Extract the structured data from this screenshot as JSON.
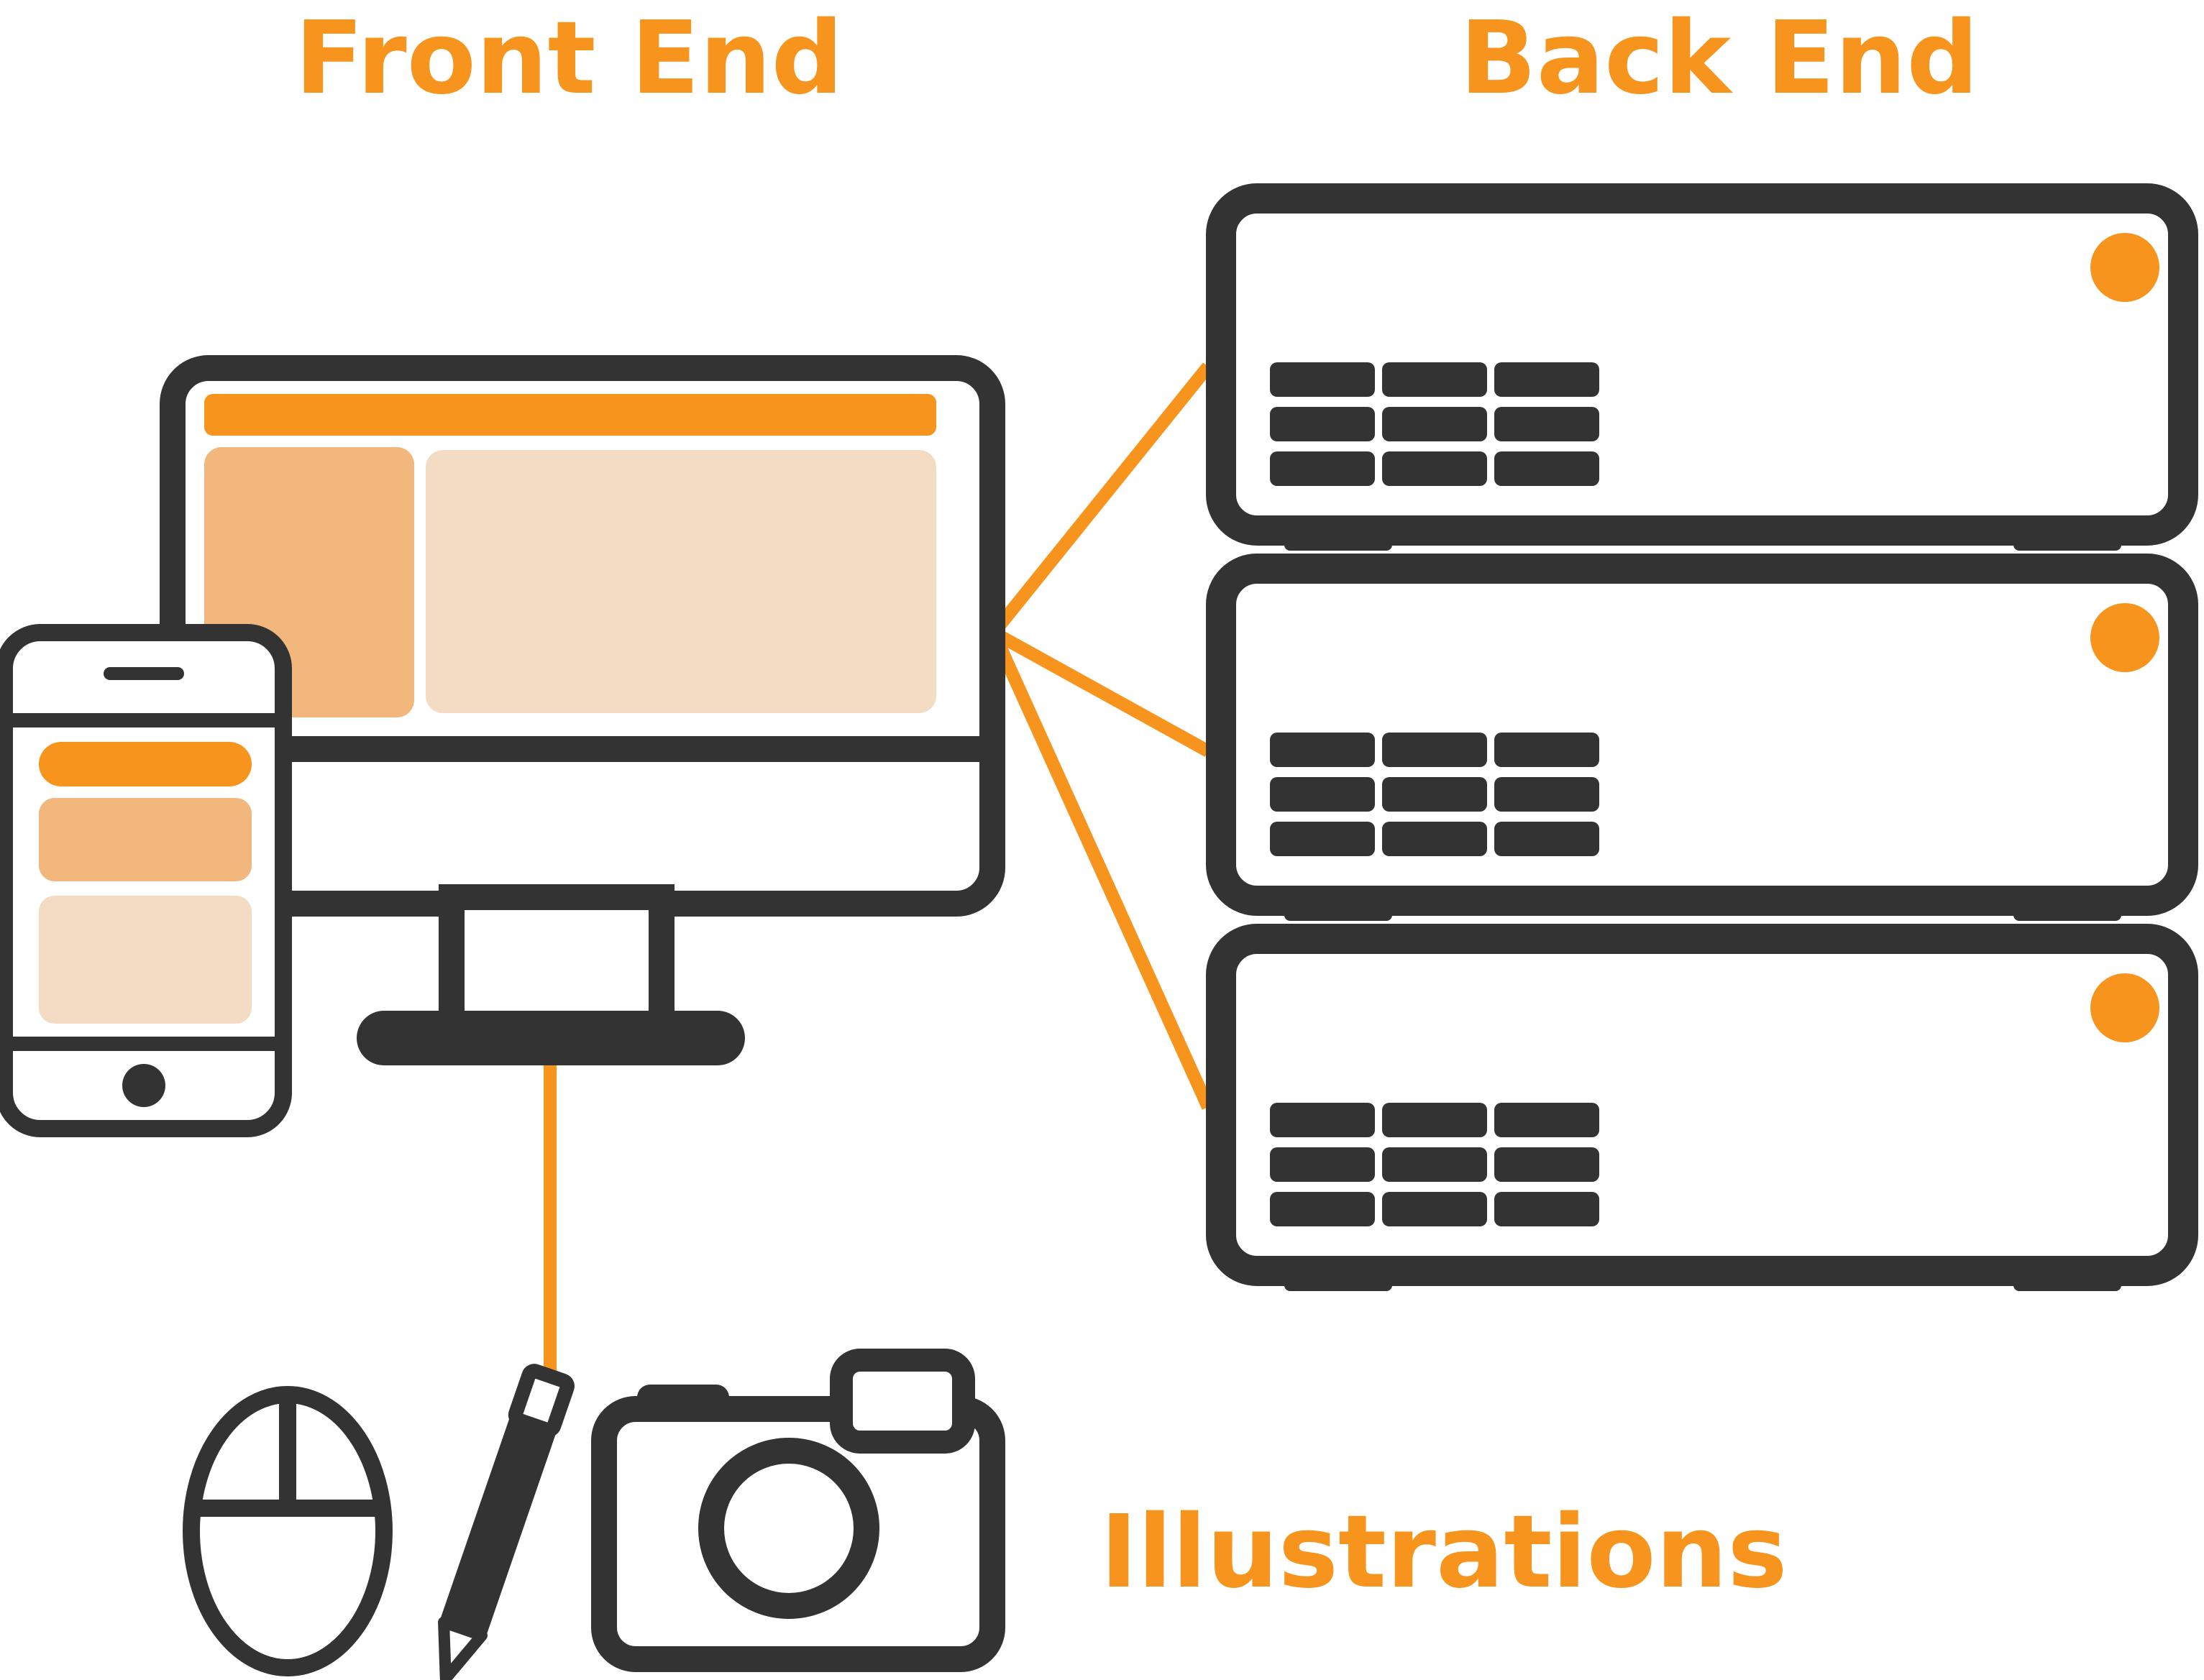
{
  "labels": {
    "front_end": "Front End",
    "back_end": "Back End",
    "illustrations": "Illustrations"
  },
  "colors": {
    "accent": "#f7941d",
    "accent_mid": "#f2b77d",
    "accent_light": "#f3dcc3",
    "outline": "#333333",
    "background": "#ffffff"
  },
  "icons": [
    "desktop-monitor-icon",
    "smartphone-icon",
    "server-icon",
    "mouse-icon",
    "pen-icon",
    "camera-icon"
  ]
}
